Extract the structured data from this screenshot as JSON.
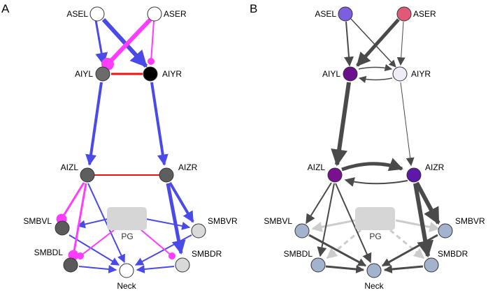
{
  "panels": {
    "a": {
      "letter": "A",
      "nodes": {
        "asel": {
          "label": "ASEL",
          "color": "#ffffff"
        },
        "aser": {
          "label": "ASER",
          "color": "#ffffff"
        },
        "aiyl": {
          "label": "AIYL",
          "color": "#6b6b6b"
        },
        "aiyr": {
          "label": "AIYR",
          "color": "#000000"
        },
        "aizl": {
          "label": "AIZL",
          "color": "#5e5e5e"
        },
        "aizr": {
          "label": "AIZR",
          "color": "#5e5e5e"
        },
        "smbvl": {
          "label": "SMBVL",
          "color": "#5a5a5a"
        },
        "smbvr": {
          "label": "SMBVR",
          "color": "#d9d9d9"
        },
        "smbdl": {
          "label": "SMBDL",
          "color": "#5a5a5a"
        },
        "smbdr": {
          "label": "SMBDR",
          "color": "#d9d9d9"
        },
        "neck": {
          "label": "Neck",
          "color": "#ffffff"
        },
        "pg": {
          "label": "PG",
          "color": "#d6d6d6"
        }
      },
      "edge_colors": {
        "excitatory": "#4a4ae8",
        "inhibitory": "#ff3cff",
        "gap_junction": "#ee1111"
      }
    },
    "b": {
      "letter": "B",
      "nodes": {
        "asel": {
          "label": "ASEL",
          "color": "#7b5fe0"
        },
        "aser": {
          "label": "ASER",
          "color": "#e05a78"
        },
        "aiyl": {
          "label": "AIYL",
          "color": "#6a0f8e"
        },
        "aiyr": {
          "label": "AIYR",
          "color": "#f1edf8"
        },
        "aizl": {
          "label": "AIZL",
          "color": "#7a0f90"
        },
        "aizr": {
          "label": "AIZR",
          "color": "#5e17a8"
        },
        "smbvl": {
          "label": "SMBVL",
          "color": "#a3b3cd"
        },
        "smbvr": {
          "label": "SMBVR",
          "color": "#a3b3cd"
        },
        "smbdl": {
          "label": "SMBDL",
          "color": "#a3b3cd"
        },
        "smbdr": {
          "label": "SMBDR",
          "color": "#a3b3cd"
        },
        "neck": {
          "label": "Neck",
          "color": "#a3b3cd"
        },
        "pg": {
          "label": "PG",
          "color": "#d6d6d6"
        }
      },
      "edge_colors": {
        "dark": "#4a4a4a",
        "light": "#cccccc"
      }
    }
  }
}
